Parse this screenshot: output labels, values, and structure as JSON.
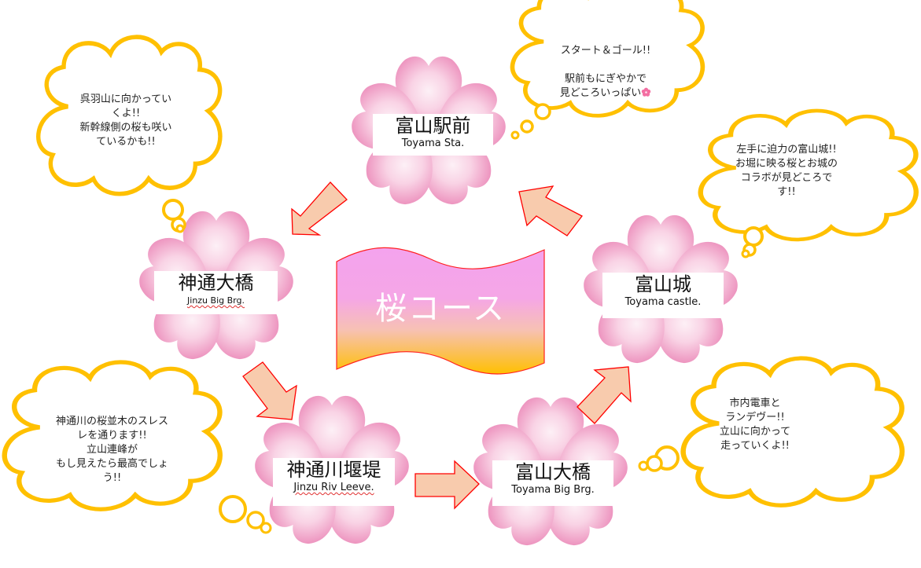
{
  "banner": {
    "title": "桜コース"
  },
  "nodes": [
    {
      "id": "toyama-sta",
      "jp": "富山駅前",
      "en": "Toyama Sta."
    },
    {
      "id": "jinzu-big-brg",
      "jp": "神通大橋",
      "en": "Jinzu Big Brg."
    },
    {
      "id": "jinzu-riv-leeve",
      "jp": "神通川堰堤",
      "en": "Jinzu Riv Leeve."
    },
    {
      "id": "toyama-big-brg",
      "jp": "富山大橋",
      "en": "Toyama Big Brg."
    },
    {
      "id": "toyama-castle",
      "jp": "富山城",
      "en": "Toyama castle."
    }
  ],
  "clouds": {
    "station": {
      "line1": "スタート＆ゴール!!",
      "line2": "駅前もにぎやかで\n見どころいっぱい",
      "icon": "cherry-blossom-icon"
    },
    "jinzu_big_brg": {
      "text": "呉羽山に向かってい\nくよ!!\n新幹線側の桜も咲い\nているかも!!"
    },
    "castle": {
      "text": "左手に迫力の富山城!!\nお堀に映る桜とお城の\nコラボが見どころで\nす!!"
    },
    "leeve": {
      "text": "神通川の桜並木のスレス\nレを通ります!!\n立山連峰が\nもし見えたら最高でしょ\nう!!"
    },
    "toyama_big_brg": {
      "text": "市内電車と\nランデヴー!!\n立山に向かって\n走っていくよ!!"
    }
  },
  "colors": {
    "petal_dark": "#ee95c0",
    "petal_light": "#fbe3ef",
    "cloud_stroke": "#ffc000",
    "arrow_fill": "#f8cbad",
    "arrow_stroke": "#ff0000",
    "banner_top": "#f4a3ee",
    "banner_mid": "#f6bfb9",
    "banner_bottom": "#ffc000"
  }
}
